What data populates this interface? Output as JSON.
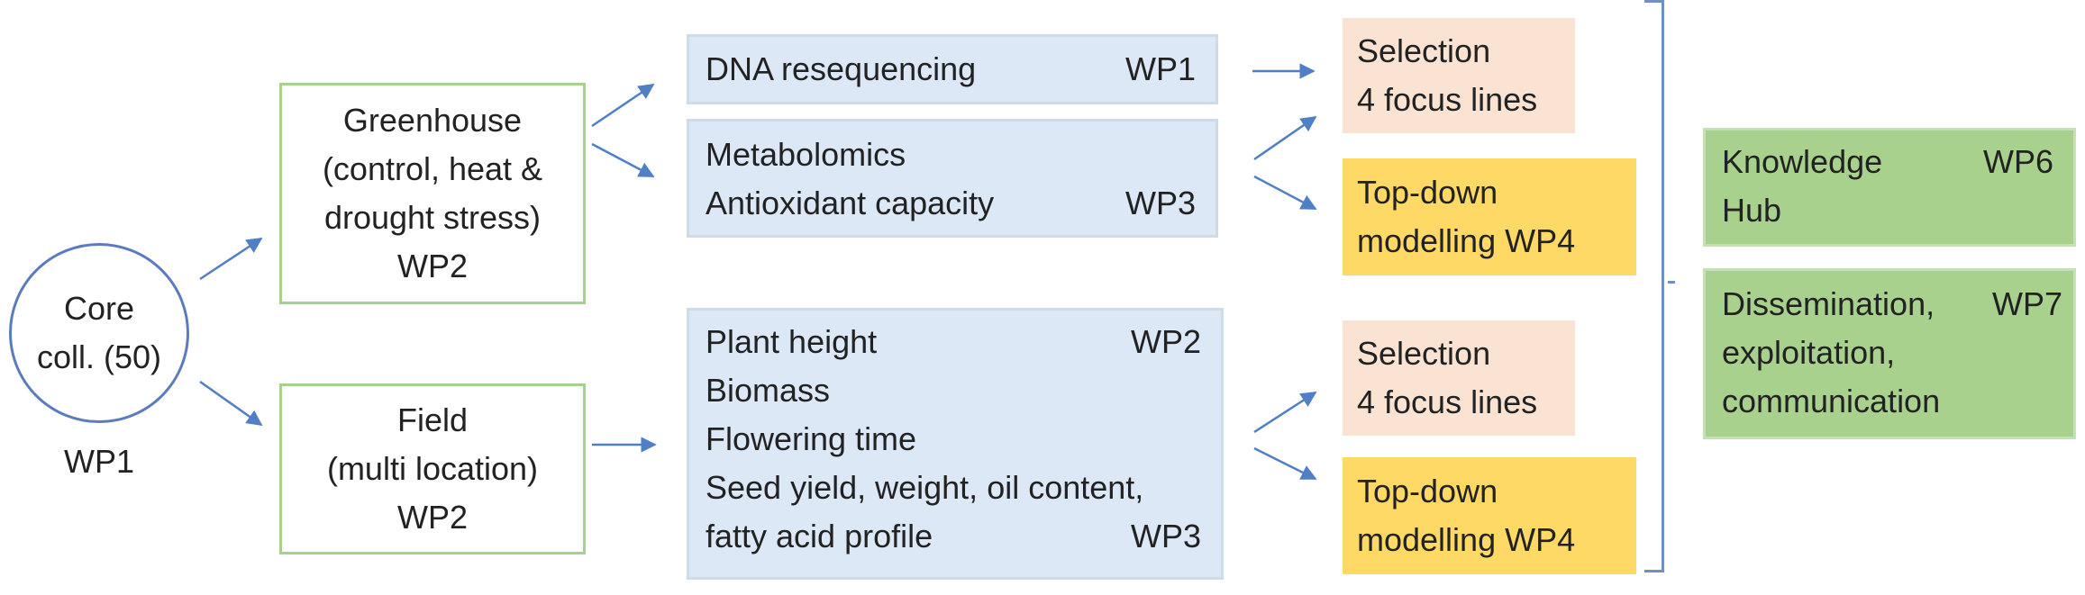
{
  "core": {
    "line1": "Core",
    "line2": "coll. (50)",
    "wp": "WP1"
  },
  "greenhouse": {
    "line1": "Greenhouse",
    "line2": "(control, heat &",
    "line3": "drought stress)",
    "wp": "WP2"
  },
  "field": {
    "line1": "Field",
    "line2": "(multi location)",
    "wp": "WP2"
  },
  "dna": {
    "label": "DNA resequencing",
    "wp": "WP1"
  },
  "metabolomics": {
    "line1": "Metabolomics",
    "line2": "Antioxidant capacity",
    "wp": "WP3"
  },
  "traits": {
    "line1": "Plant height",
    "wp1": "WP2",
    "line2": "Biomass",
    "line3": "Flowering time",
    "line4": "Seed yield, weight, oil content,",
    "line5": "fatty acid profile",
    "wp2": "WP3"
  },
  "selection_top": {
    "line1": "Selection",
    "line2": "4 focus lines"
  },
  "modelling_top": {
    "line1": "Top-down",
    "line2": "modelling",
    "wp": "WP4"
  },
  "selection_bottom": {
    "line1": "Selection",
    "line2": "4 focus lines"
  },
  "modelling_bottom": {
    "line1": "Top-down",
    "line2": "modelling",
    "wp": "WP4"
  },
  "knowledge": {
    "line1": "Knowledge",
    "wp": "WP6",
    "line2": "Hub"
  },
  "dissemination": {
    "line1": "Dissemination,",
    "wp": "WP7",
    "line2": "exploitation,",
    "line3": "communication"
  },
  "colors": {
    "arrow": "#4f7fc4",
    "green_border": "#a9d18e",
    "blue_fill": "#dce8f6",
    "peach_fill": "#fbe3d4",
    "yellow_fill": "#ffd966",
    "green_fill": "#a9d18e"
  }
}
